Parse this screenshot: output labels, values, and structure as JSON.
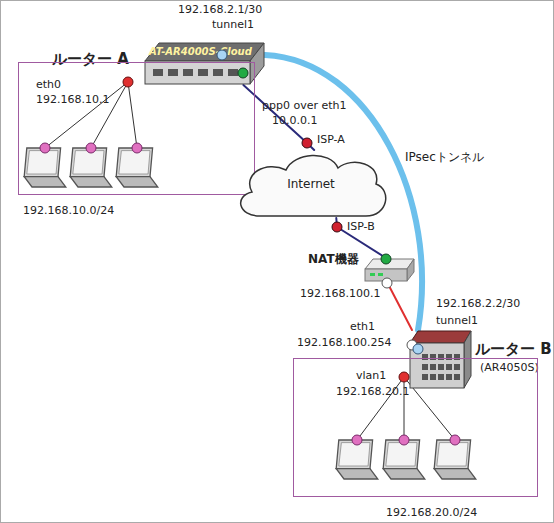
{
  "diagram": {
    "nodes": [
      {
        "text": [
          "ルーター A",
          "AT-AR4000S-Cloud"
        ]
      },
      {
        "text": [
          "192.168.10.0/24"
        ]
      },
      {
        "text": [
          "Internet"
        ]
      },
      {
        "text": [
          "NAT機器"
        ]
      },
      {
        "text": [
          "ルーター B",
          "(AR4050S)"
        ]
      },
      {
        "text": [
          "192.168.20.0/24"
        ]
      }
    ],
    "edges": [
      {
        "from": 0,
        "to": 2,
        "arrow": "none"
      },
      {
        "from": 2,
        "to": 3,
        "arrow": "none"
      },
      {
        "from": 3,
        "to": 4,
        "arrow": "none"
      },
      {
        "from": 0,
        "to": 4,
        "arrow": "none",
        "label": "IPsecトンネル"
      }
    ],
    "labels": [
      "192.168.2.1/30",
      "tunnel1",
      "eth0",
      "192.168.10.1",
      "ppp0 over eth1",
      "10.0.0.1",
      "ISP-A",
      "ISP-B",
      "192.168.100.1",
      "192.168.2.2/30",
      "tunnel1",
      "eth1",
      "192.168.100.254",
      "vlan1",
      "192.168.20.1"
    ]
  }
}
